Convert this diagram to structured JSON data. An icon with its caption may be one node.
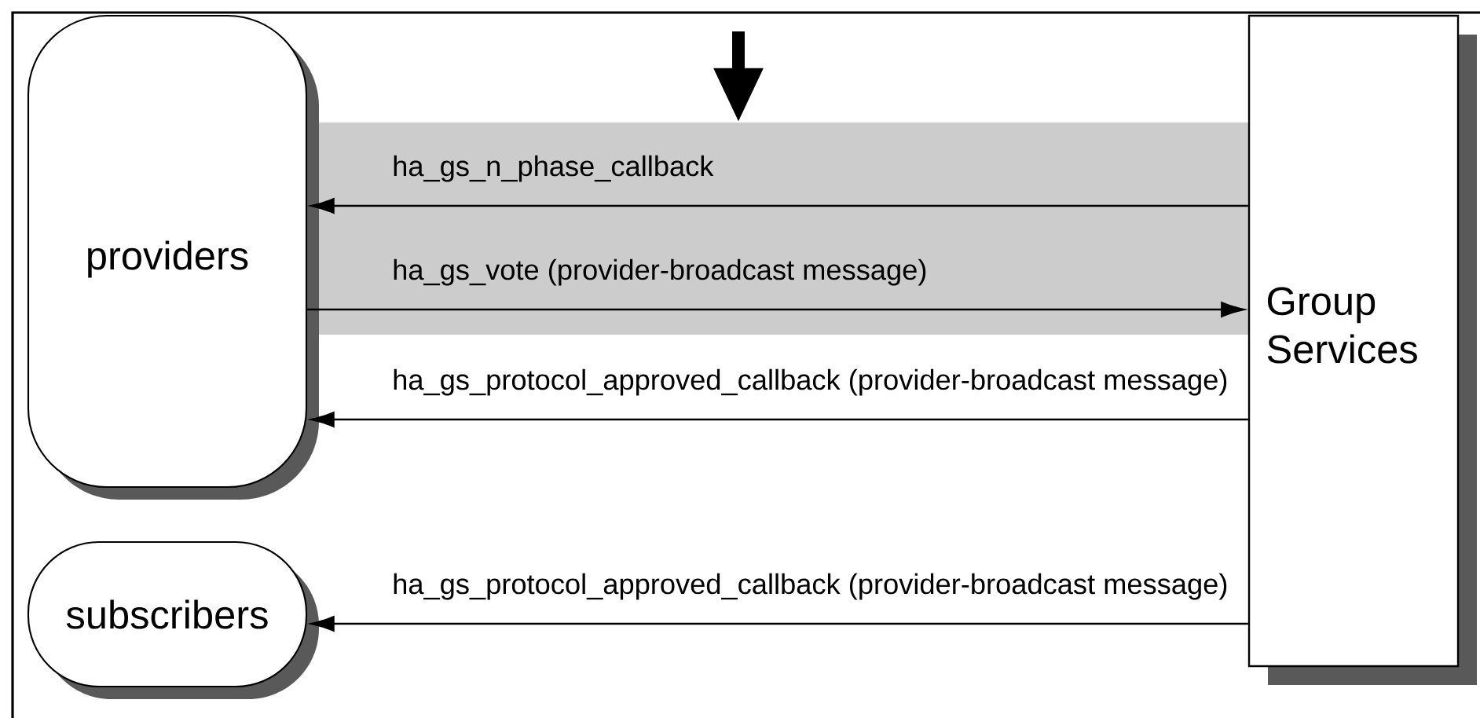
{
  "diagram": {
    "nodes": [
      {
        "text": [
          "providers"
        ]
      },
      {
        "text": [
          "Group Services"
        ]
      },
      {
        "text": [
          "subscribers"
        ]
      }
    ],
    "edges": [
      {
        "from": 1,
        "to": 0,
        "arrow": "to",
        "label": "ha_gs_n_phase_callback"
      },
      {
        "from": 0,
        "to": 1,
        "arrow": "to",
        "label": "ha_gs_vote (provider-broadcast message)"
      },
      {
        "from": 1,
        "to": 0,
        "arrow": "to",
        "label": "ha_gs_protocol_approved_callback (provider-broadcast message)"
      },
      {
        "from": 1,
        "to": 2,
        "arrow": "to",
        "label": "ha_gs_protocol_approved_callback (provider-broadcast message)"
      }
    ]
  }
}
